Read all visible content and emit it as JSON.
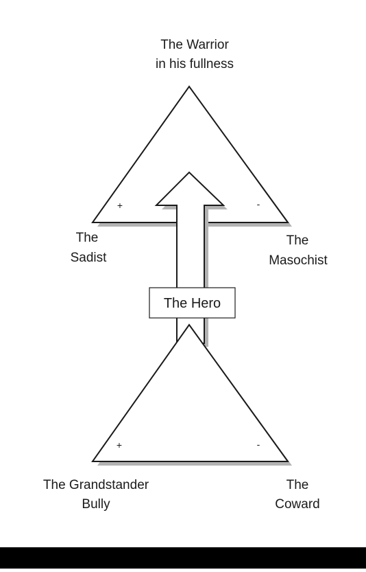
{
  "diagram": {
    "top_triangle": {
      "apex_label_line1": "The Warrior",
      "apex_label_line2": "in his fullness",
      "left_label_line1": "The",
      "left_label_line2": "Sadist",
      "right_label_line1": "The",
      "right_label_line2": "Masochist",
      "left_sign": "+",
      "right_sign": "-"
    },
    "arrow_label": "The Hero",
    "bottom_triangle": {
      "left_label_line1": "The Grandstander",
      "left_label_line2": "Bully",
      "right_label_line1": "The",
      "right_label_line2": "Coward",
      "left_sign": "+",
      "right_sign": "-"
    },
    "colors": {
      "stroke": "#1a1a1a",
      "shadow": "#b3b3b3",
      "fill": "#ffffff",
      "footer_bar": "#000000"
    }
  }
}
